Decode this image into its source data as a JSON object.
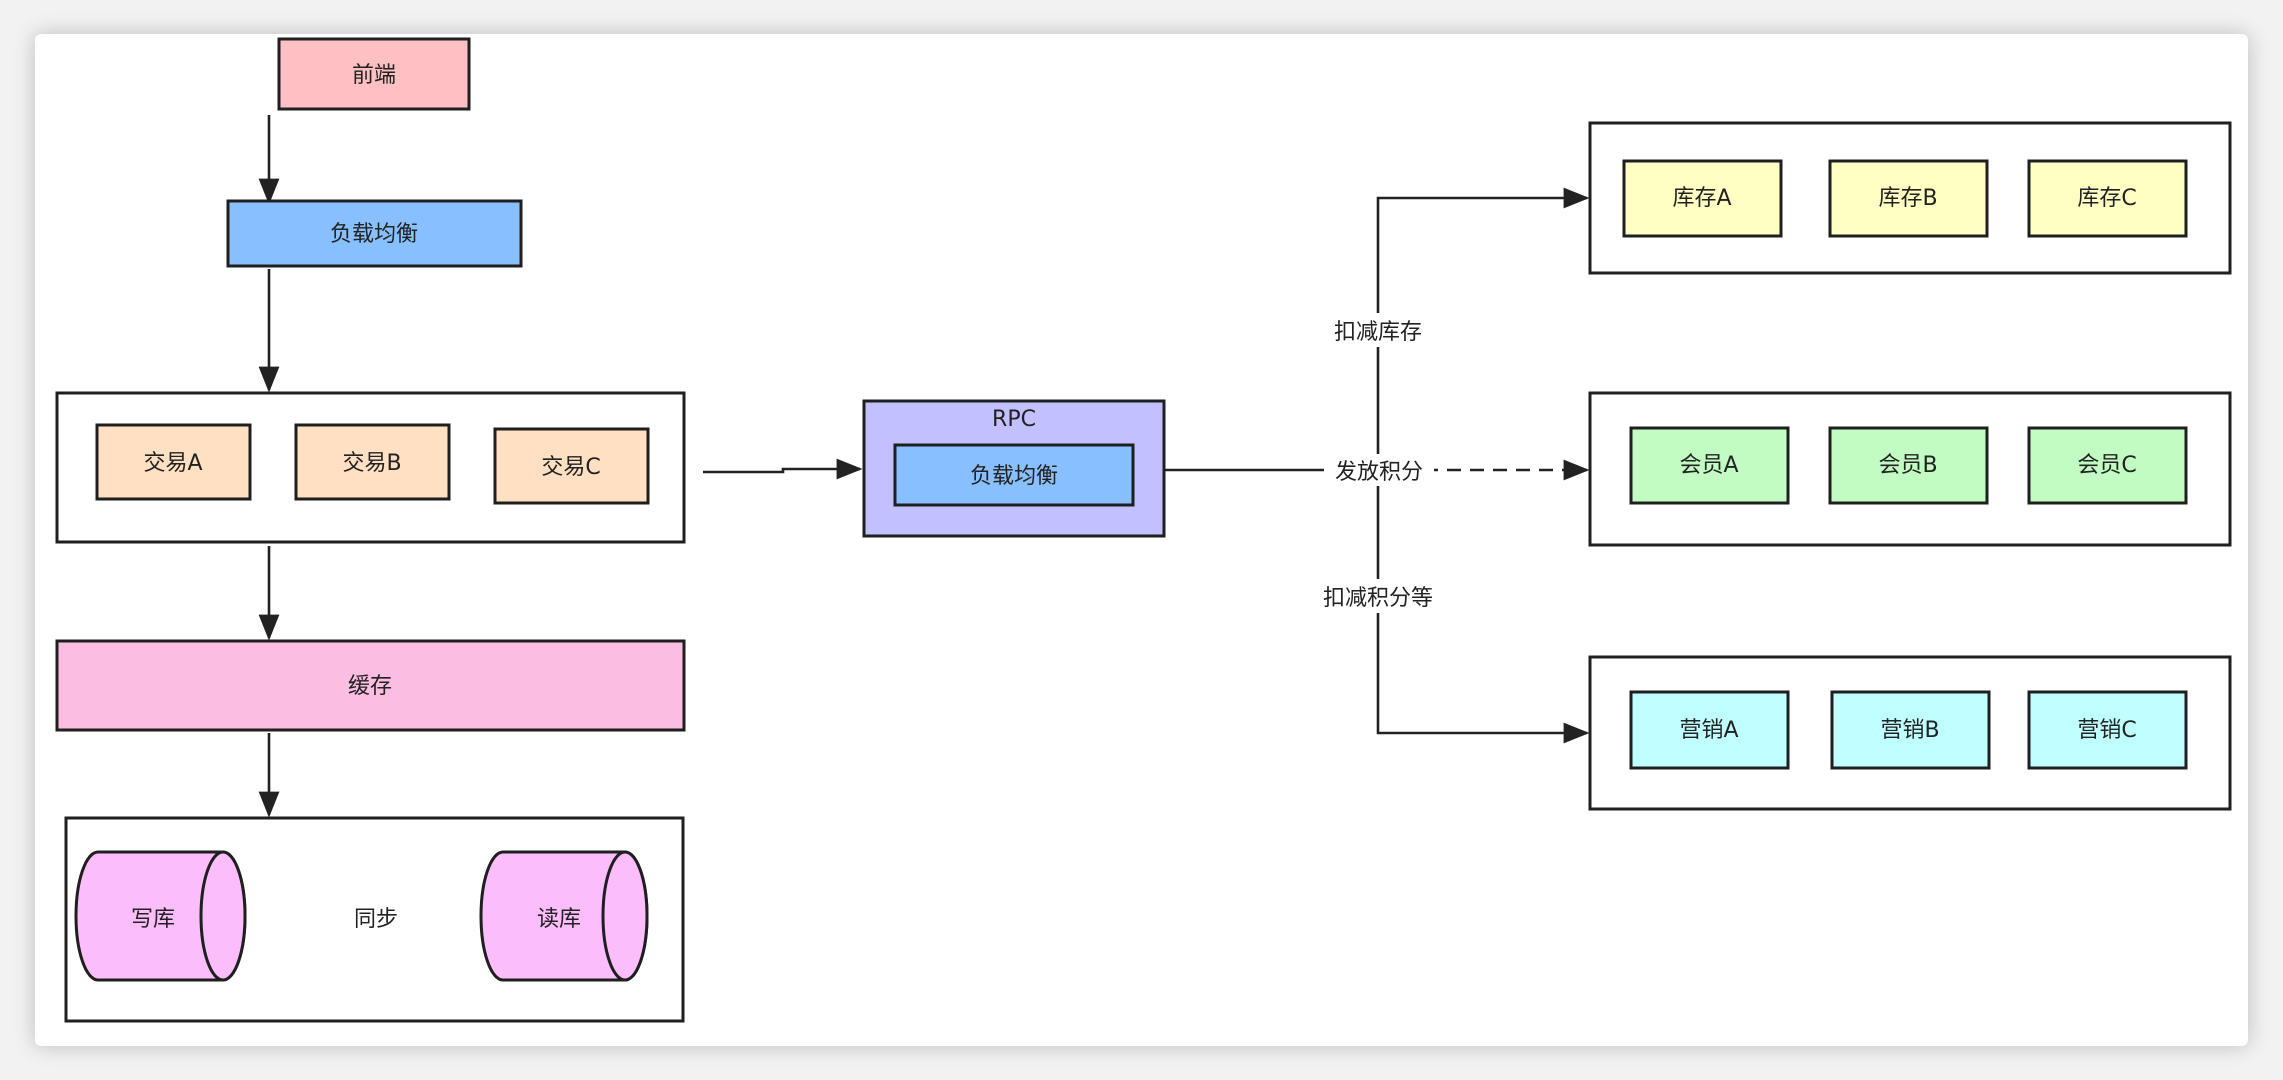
{
  "colors": {
    "frontend": "#ffc0c4",
    "loadbalancer": "#88bfff",
    "trade": "#ffe0c2",
    "cache": "#fbbde1",
    "db": "#fcbdfc",
    "rpc": "#c2c0ff",
    "inventory": "#ffffc4",
    "member": "#c2fcc2",
    "marketing": "#c0ffff"
  },
  "nodes": {
    "frontend": "前端",
    "load_balancer": "负载均衡",
    "trade_a": "交易A",
    "trade_b": "交易B",
    "trade_c": "交易C",
    "cache": "缓存",
    "write_db": "写库",
    "read_db": "读库",
    "rpc_title": "RPC",
    "rpc_load_balancer": "负载均衡",
    "inventory_a": "库存A",
    "inventory_b": "库存B",
    "inventory_c": "库存C",
    "member_a": "会员A",
    "member_b": "会员B",
    "member_c": "会员C",
    "marketing_a": "营销A",
    "marketing_b": "营销B",
    "marketing_c": "营销C"
  },
  "edges": {
    "sync": "同步",
    "deduct_inventory": "扣减库存",
    "issue_points": "发放积分",
    "deduct_points_etc": "扣减积分等"
  }
}
